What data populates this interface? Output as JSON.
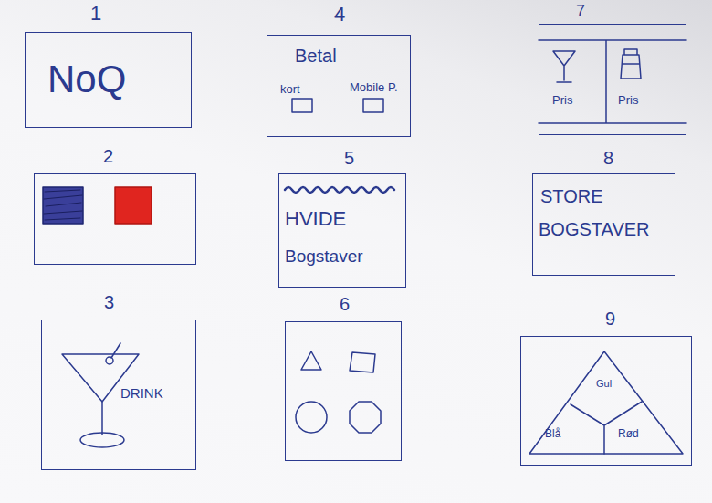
{
  "diagram": {
    "nodes": [
      {
        "text": [
          "1",
          "NoQ"
        ]
      },
      {
        "text": [
          "2"
        ]
      },
      {
        "text": [
          "3",
          "DRINK"
        ]
      },
      {
        "text": [
          "4",
          "Betal",
          "kort",
          "Mobile P."
        ]
      },
      {
        "text": [
          "5",
          "HVIDE",
          "Bogstaver"
        ]
      },
      {
        "text": [
          "6"
        ]
      },
      {
        "text": [
          "7",
          "Pris",
          "Pris"
        ]
      },
      {
        "text": [
          "8",
          "STORE",
          "BOGSTAVER"
        ]
      },
      {
        "text": [
          "9",
          "Gul",
          "Blå",
          "Rød"
        ]
      }
    ]
  }
}
